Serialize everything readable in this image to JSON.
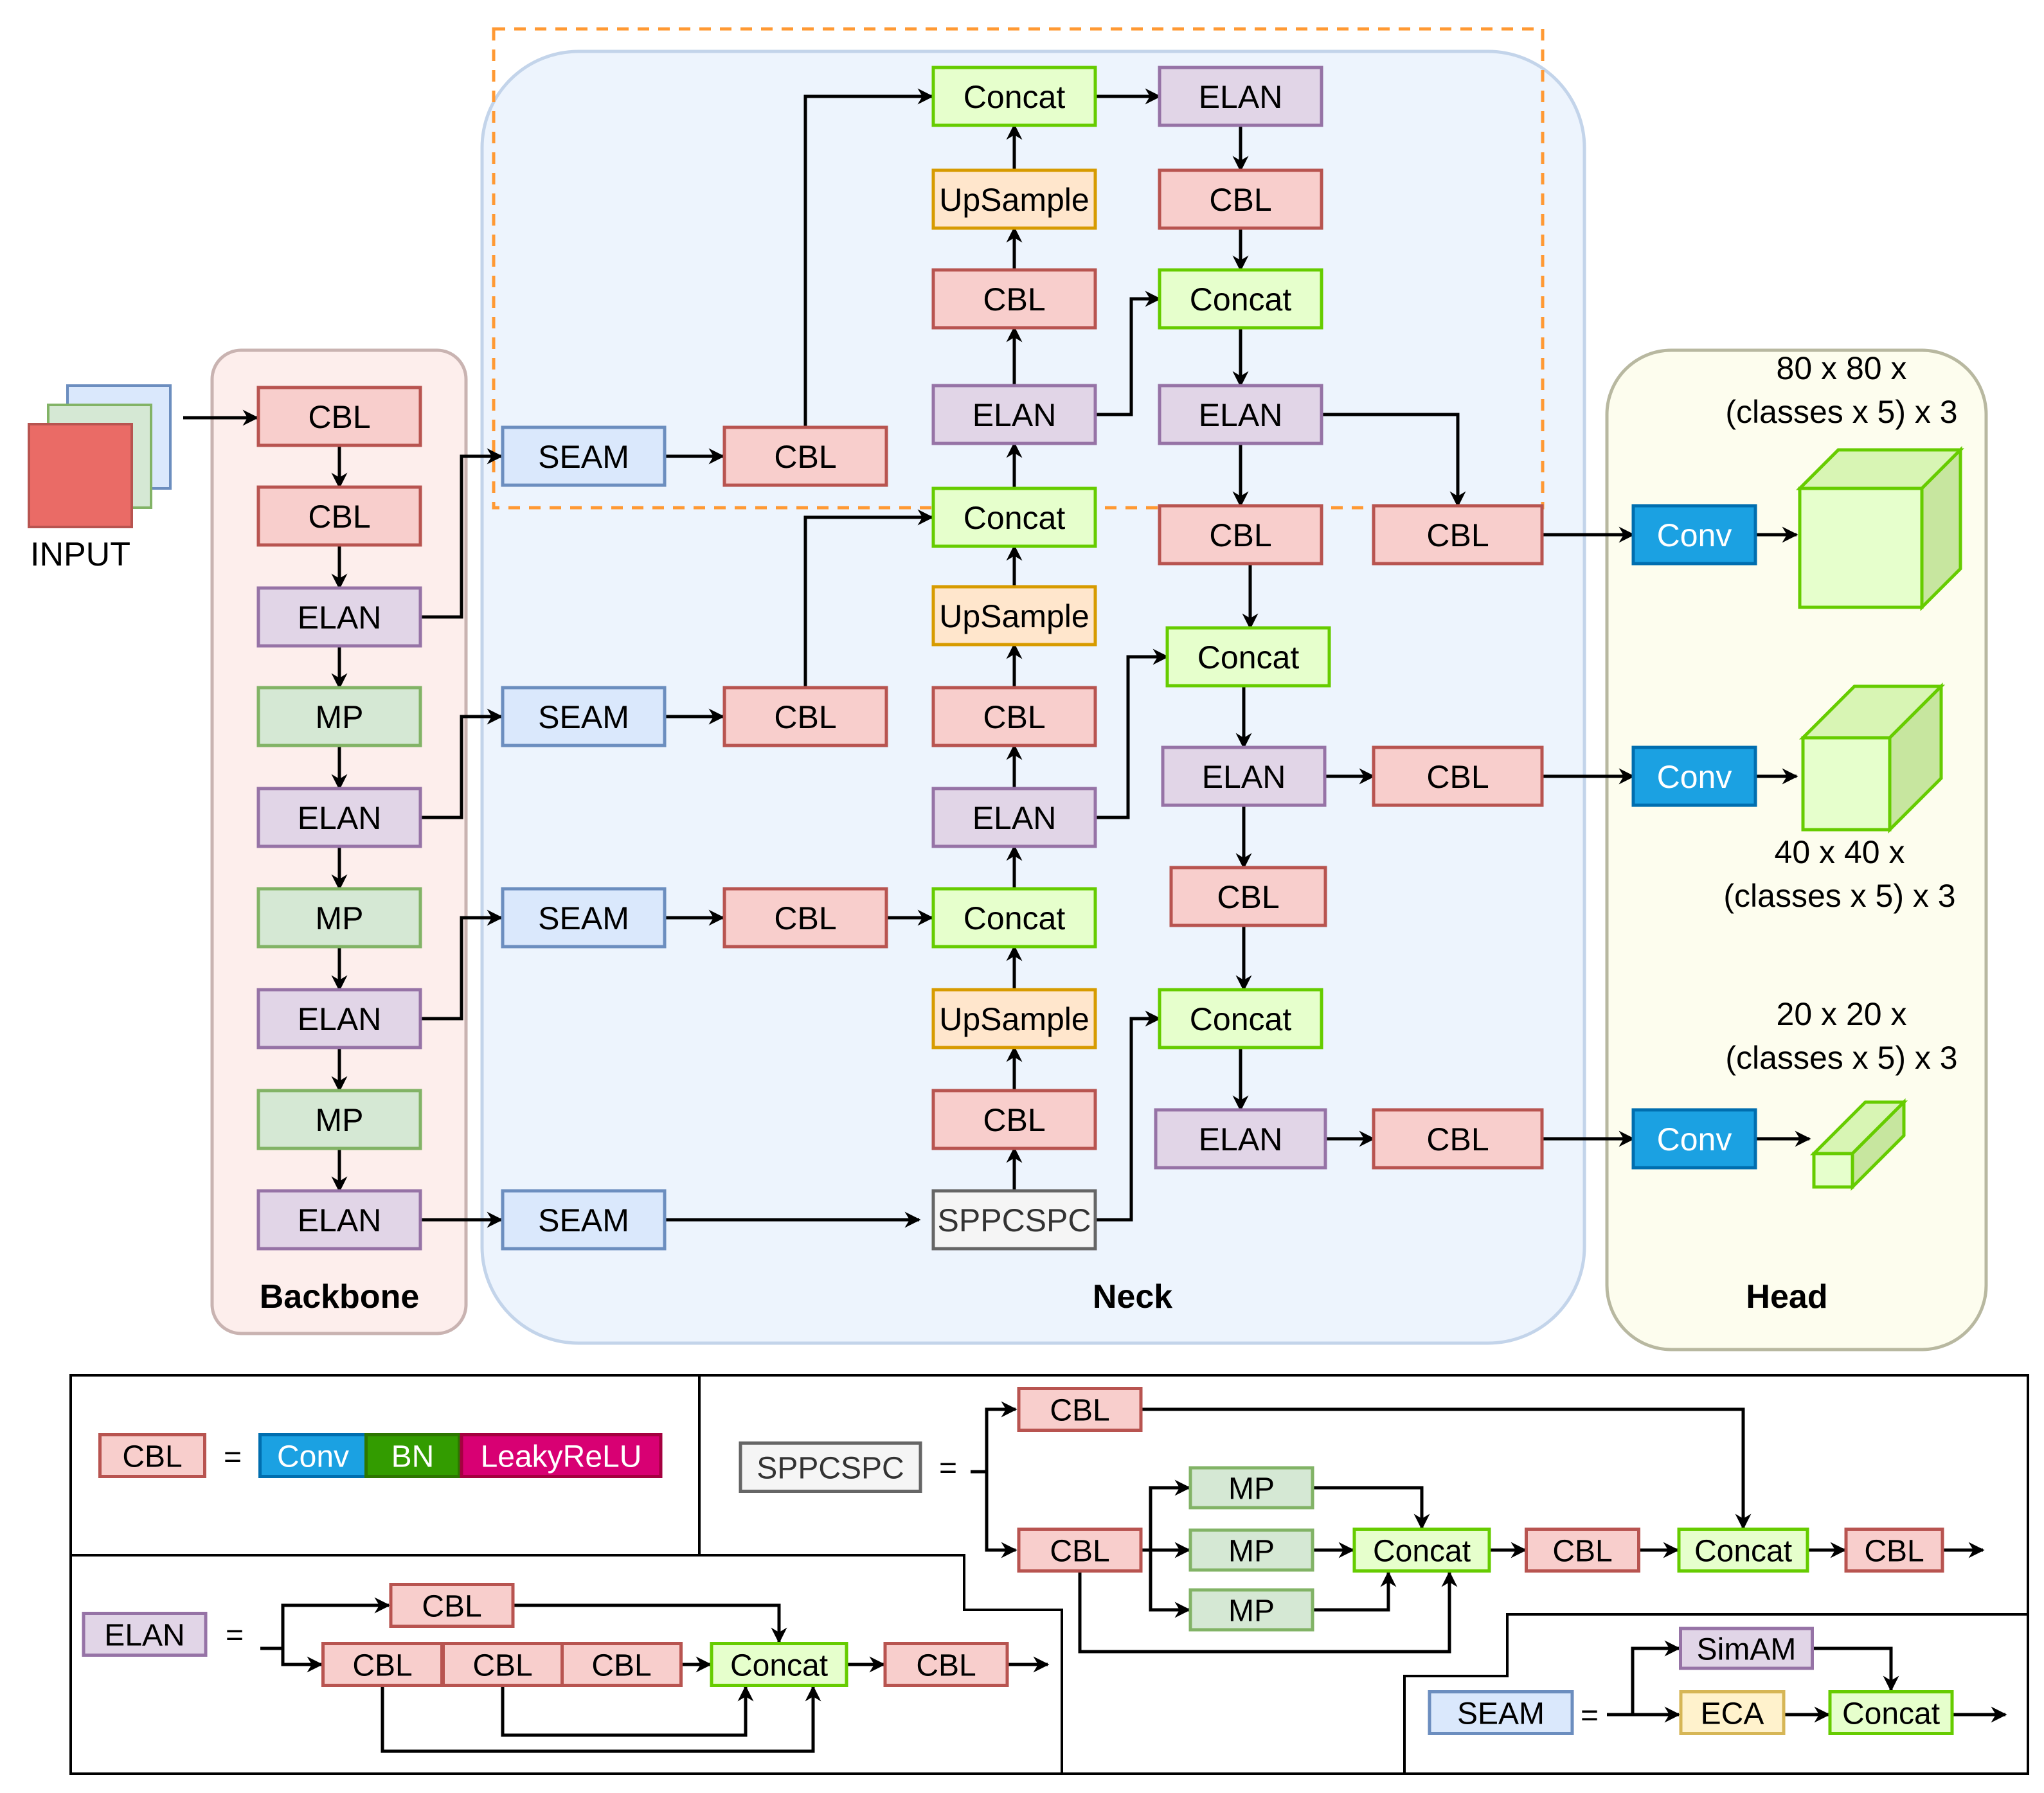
{
  "colors": {
    "cbl": {
      "fill": "#f8cecc",
      "stroke": "#b85450"
    },
    "elan": {
      "fill": "#e1d5e7",
      "stroke": "#9673a6"
    },
    "mp": {
      "fill": "#d5e8d4",
      "stroke": "#82b366"
    },
    "seam": {
      "fill": "#dae8fc",
      "stroke": "#6c8ebf"
    },
    "concat": {
      "fill": "#e6ffcc",
      "stroke": "#66cc00"
    },
    "upsample": {
      "fill": "#ffe6cc",
      "stroke": "#d79b00"
    },
    "sppcspc": {
      "fill": "#f5f5f5",
      "stroke": "#666666"
    },
    "conv": {
      "fill": "#1ba1e2",
      "stroke": "#006eaf"
    },
    "eca": {
      "fill": "#fff2cc",
      "stroke": "#d6b656"
    },
    "bn": {
      "fill": "#339c00",
      "stroke": "#2d7600"
    },
    "leakyrelu": {
      "fill": "#d80073",
      "stroke": "#a50040"
    },
    "backbone_bg": "#fdeeec",
    "neck_bg": "#edf4fd",
    "head_bg": "#fdfdee",
    "highlight": "#ff9933"
  },
  "input": {
    "label": "INPUT"
  },
  "panels": {
    "backbone": "Backbone",
    "neck": "Neck",
    "head": "Head"
  },
  "head_outputs": [
    {
      "line1": "80 x 80 x",
      "line2": "(classes x 5) x 3"
    },
    {
      "line1": "40 x 40 x",
      "line2": "(classes x 5) x 3"
    },
    {
      "line1": "20 x 20 x",
      "line2": "(classes x 5) x 3"
    }
  ],
  "legend": {
    "equals": "=",
    "cbl_def": {
      "name": "CBL",
      "parts": [
        "Conv",
        "BN",
        "LeakyReLU"
      ]
    },
    "elan_def": {
      "name": "ELAN"
    },
    "sppcspc_def": {
      "name": "SPPCSPC"
    },
    "seam_def": {
      "name": "SEAM",
      "parts": [
        "SimAM",
        "ECA",
        "Concat"
      ]
    }
  }
}
